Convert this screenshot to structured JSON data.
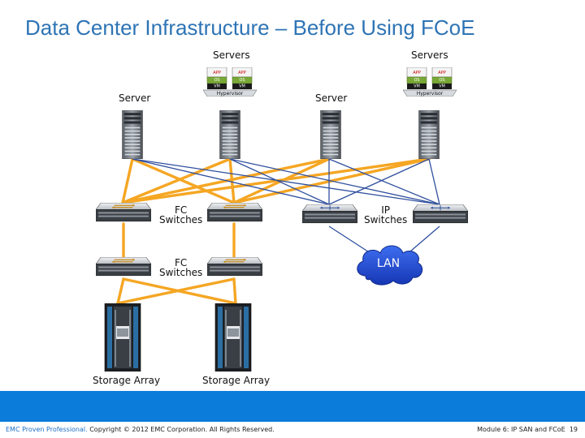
{
  "slide": {
    "title": "Data Center Infrastructure – Before Using FCoE",
    "labels": {
      "servers_1": "Servers",
      "servers_2": "Servers",
      "server_1": "Server",
      "server_2": "Server",
      "fc_switches_top": "FC\nSwitches",
      "fc_switches_bottom": "FC\nSwitches",
      "ip_switches": "IP\nSwitches",
      "lan": "LAN",
      "storage_array_1": "Storage Array",
      "storage_array_2": "Storage Array"
    },
    "hypervisor": {
      "app_label": "APP",
      "os_label": "OS",
      "vm_label": "VM",
      "hypervisor_label": "Hypervisor"
    }
  },
  "footer": {
    "brand": "EMC Proven Professional.",
    "copyright": " Copyright © 2012 EMC Corporation. All Rights Reserved.",
    "module": "Module 6: IP SAN and FCoE",
    "page": "19"
  },
  "colors": {
    "title": "#2E74B5",
    "fc_link": "#F5A623",
    "ip_link": "#2F4F9E",
    "band": "#0B7CD9",
    "lan_cloud": "#1F4FD0"
  }
}
